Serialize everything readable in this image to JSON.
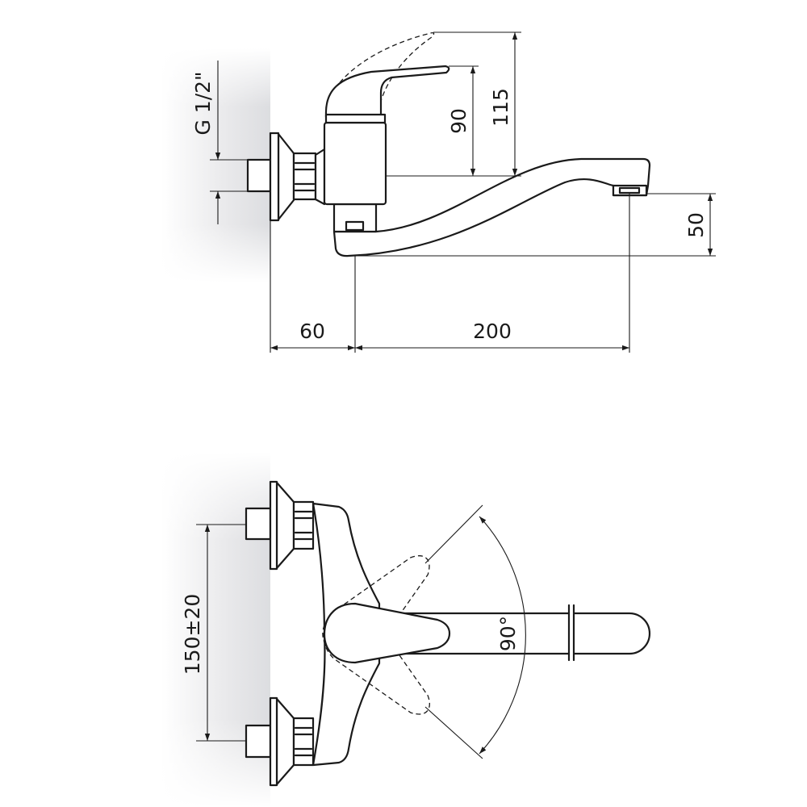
{
  "side_view": {
    "thread_label": "G 1/2\"",
    "lever_height_label": "90",
    "lever_raised_height_label": "115",
    "spout_height_label": "50",
    "wall_offset_label": "60",
    "spout_reach_label": "200"
  },
  "top_view": {
    "inlet_spacing_label": "150±20",
    "lever_angle_label": "90°"
  }
}
